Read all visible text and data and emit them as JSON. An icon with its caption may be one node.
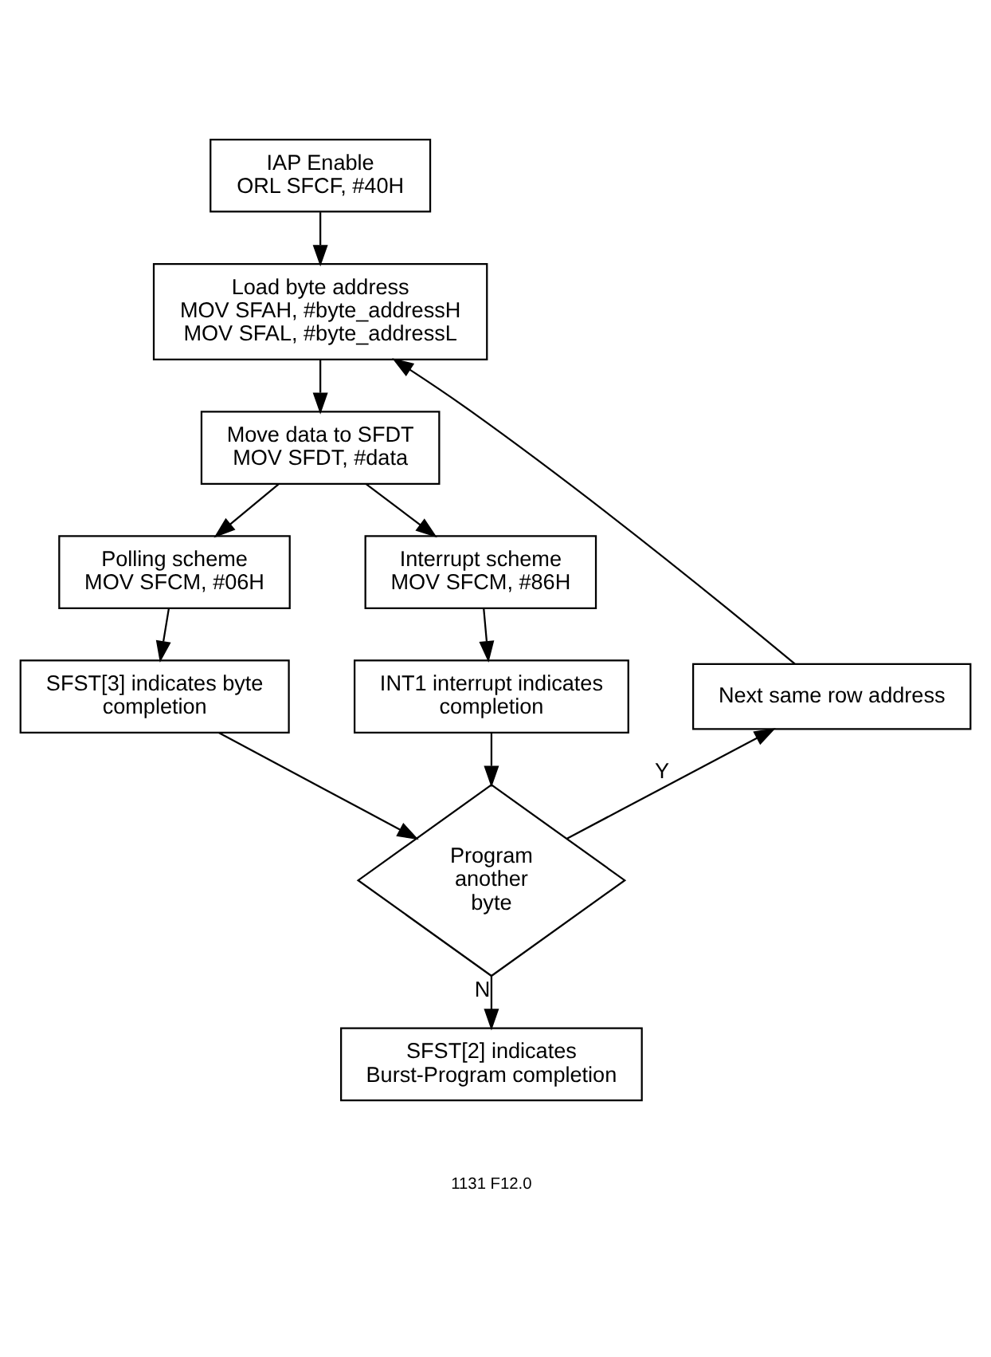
{
  "diagram": {
    "nodes": [
      {
        "text": [
          "IAP Enable",
          "ORL SFCF, #40H"
        ]
      },
      {
        "text": [
          "Load byte address",
          "MOV SFAH, #byte_addressH",
          "MOV SFAL, #byte_addressL"
        ]
      },
      {
        "text": [
          "Move data to SFDT",
          "MOV SFDT, #data"
        ]
      },
      {
        "text": [
          "Polling scheme",
          "MOV SFCM, #06H"
        ]
      },
      {
        "text": [
          "Interrupt scheme",
          "MOV SFCM, #86H"
        ]
      },
      {
        "text": [
          "SFST[3] indicates byte completion"
        ]
      },
      {
        "text": [
          "INT1 interrupt indicates completion"
        ]
      },
      {
        "text": [
          "Next same row address"
        ]
      },
      {
        "text": [
          "Program another byte"
        ]
      },
      {
        "text": [
          "SFST[2] indicates Burst-Program completion"
        ]
      }
    ],
    "edges": [
      {
        "from": 0,
        "to": 1,
        "arrow": "to"
      },
      {
        "from": 1,
        "to": 2,
        "arrow": "to"
      },
      {
        "from": 2,
        "to": 3,
        "arrow": "to"
      },
      {
        "from": 2,
        "to": 4,
        "arrow": "to"
      },
      {
        "from": 3,
        "to": 5,
        "arrow": "to"
      },
      {
        "from": 4,
        "to": 6,
        "arrow": "to"
      },
      {
        "from": 5,
        "to": 8,
        "arrow": "to"
      },
      {
        "from": 6,
        "to": 8,
        "arrow": "to"
      },
      {
        "from": 8,
        "to": 7,
        "arrow": "to",
        "label": "Y"
      },
      {
        "from": 7,
        "to": 1,
        "arrow": "to"
      },
      {
        "from": 8,
        "to": 9,
        "arrow": "to",
        "label": "N"
      }
    ],
    "labels": [
      "1131 F12.0"
    ]
  }
}
